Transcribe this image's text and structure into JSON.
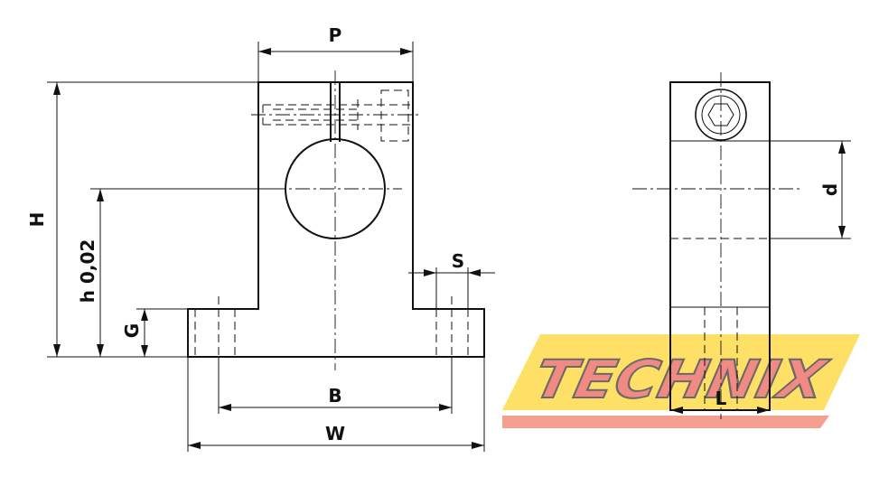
{
  "labels": {
    "P": "P",
    "H": "H",
    "h": "h 0,02",
    "G": "G",
    "S": "S",
    "B": "B",
    "W": "W",
    "d": "d",
    "L": "L"
  },
  "logo": {
    "text": "TECHNIX",
    "text_fill": "#f08a82",
    "text_stroke": "#6a6a6a",
    "band_color": "#ffe066",
    "underline_color": "#f4a090"
  }
}
